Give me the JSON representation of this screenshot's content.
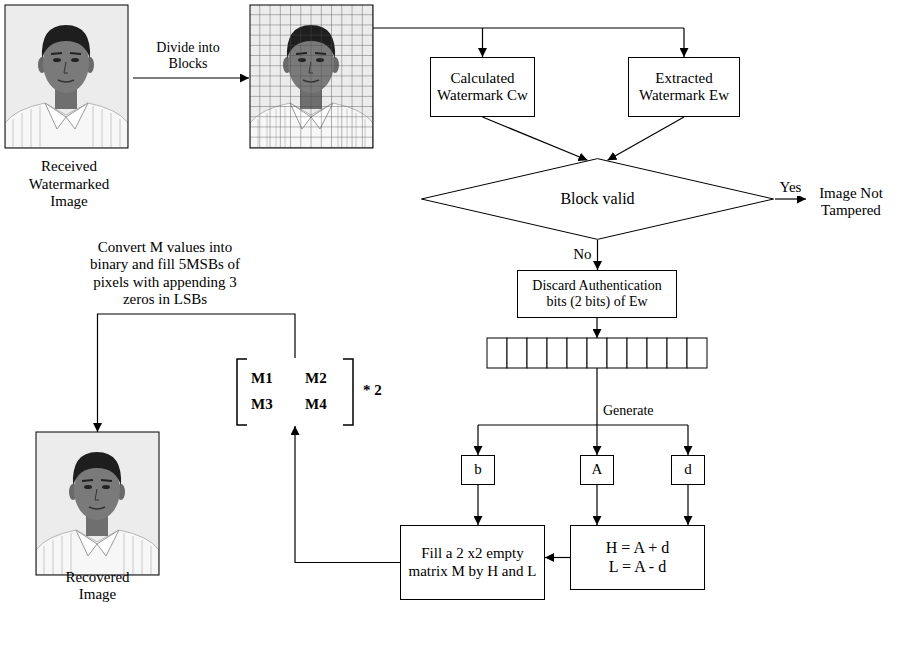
{
  "diagram": {
    "nodes": [
      {
        "text": [
          "Received Watermarked Image"
        ]
      },
      {
        "text": [
          "Calculated Watermark Cw"
        ]
      },
      {
        "text": [
          "Extracted Watermark Ew"
        ]
      },
      {
        "text": [
          "Block valid"
        ]
      },
      {
        "text": [
          "Image Not Tampered"
        ]
      },
      {
        "text": [
          "Discard Authentication bits (2 bits) of Ew"
        ]
      },
      {
        "text": [
          "b"
        ]
      },
      {
        "text": [
          "A"
        ]
      },
      {
        "text": [
          "d"
        ]
      },
      {
        "text": [
          "Fill a 2 x2 empty matrix M by H and L"
        ]
      },
      {
        "text": [
          "H = A + d",
          "L = A - d"
        ]
      },
      {
        "text": [
          "M1",
          "M2",
          "M3",
          "M4",
          "* 2"
        ]
      },
      {
        "text": [
          "Recovered Image"
        ]
      }
    ],
    "edges": [
      {
        "from": 1,
        "to": 3,
        "arrow": "to"
      },
      {
        "from": 2,
        "to": 3,
        "arrow": "to"
      },
      {
        "from": 3,
        "to": 4,
        "label": "Yes",
        "arrow": "to"
      },
      {
        "from": 3,
        "to": 5,
        "label": "No",
        "arrow": "to"
      },
      {
        "from": 6,
        "to": 9,
        "arrow": "to"
      },
      {
        "from": 7,
        "to": 10,
        "arrow": "to"
      },
      {
        "from": 8,
        "to": 10,
        "arrow": "to"
      },
      {
        "from": 10,
        "to": 9,
        "arrow": "to"
      },
      {
        "from": 9,
        "to": 11,
        "arrow": "to"
      },
      {
        "from": 11,
        "to": 12,
        "label": "Convert M values into binary and fill 5MSBs of pixels with appending 3 zeros in LSBs",
        "arrow": "to"
      }
    ],
    "labels": [
      "Divide into Blocks",
      "Generate"
    ]
  }
}
